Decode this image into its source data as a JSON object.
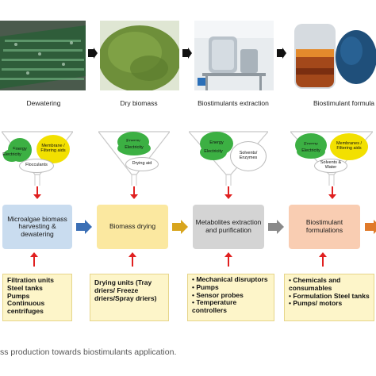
{
  "stages": [
    {
      "label": "Dewatering"
    },
    {
      "label": "Dry biomass"
    },
    {
      "label": "Biostimulants extraction"
    },
    {
      "label": "Biostimulant formula"
    }
  ],
  "funnels": [
    {
      "bubbles": [
        "Energy",
        "Membrane / Filtering aids",
        "Electricity",
        "Flocculants"
      ]
    },
    {
      "bubbles": [
        "Energy",
        "Electricity",
        "Drying aid"
      ]
    },
    {
      "bubbles": [
        "Energy",
        "Electricity",
        "Solvents/ Enzymes"
      ]
    },
    {
      "bubbles": [
        "Energy",
        "Electricity",
        "Membranes / Filtering aids",
        "Solvents & Water"
      ]
    }
  ],
  "processes": [
    {
      "label": "Microalgae biomass harvesting & dewatering",
      "color": "#c9dcef"
    },
    {
      "label": "Biomass drying",
      "color": "#fbe8a0"
    },
    {
      "label": "Metabolites extraction and purification",
      "color": "#d4d4d4"
    },
    {
      "label": "Biostimulant formulations",
      "color": "#f9cdb2"
    }
  ],
  "equipment": [
    [
      "Filtration units",
      "Steel tanks",
      "Pumps",
      "Continuous centrifuges"
    ],
    [
      "Drying units (Tray driers/ Freeze driers/Spray driers)"
    ],
    [
      "Mechanical disruptors",
      "Pumps",
      "Sensor probes",
      "Temperature controllers"
    ],
    [
      "Chemicals and consumables",
      "Formulation Steel tanks",
      "Pumps/ motors"
    ]
  ],
  "caption": "ss production towards biostimulants application.",
  "colors": {
    "green_bubble": "#3cb043",
    "yellow_bubble": "#f2e000",
    "white_bubble": "#ffffff",
    "red_arrow": "#e02020",
    "blue_arrow": "#3b6fb5",
    "gold_arrow": "#d8a51e",
    "grey_arrow": "#8a8a8a",
    "orange_arrow": "#e07a2a"
  }
}
